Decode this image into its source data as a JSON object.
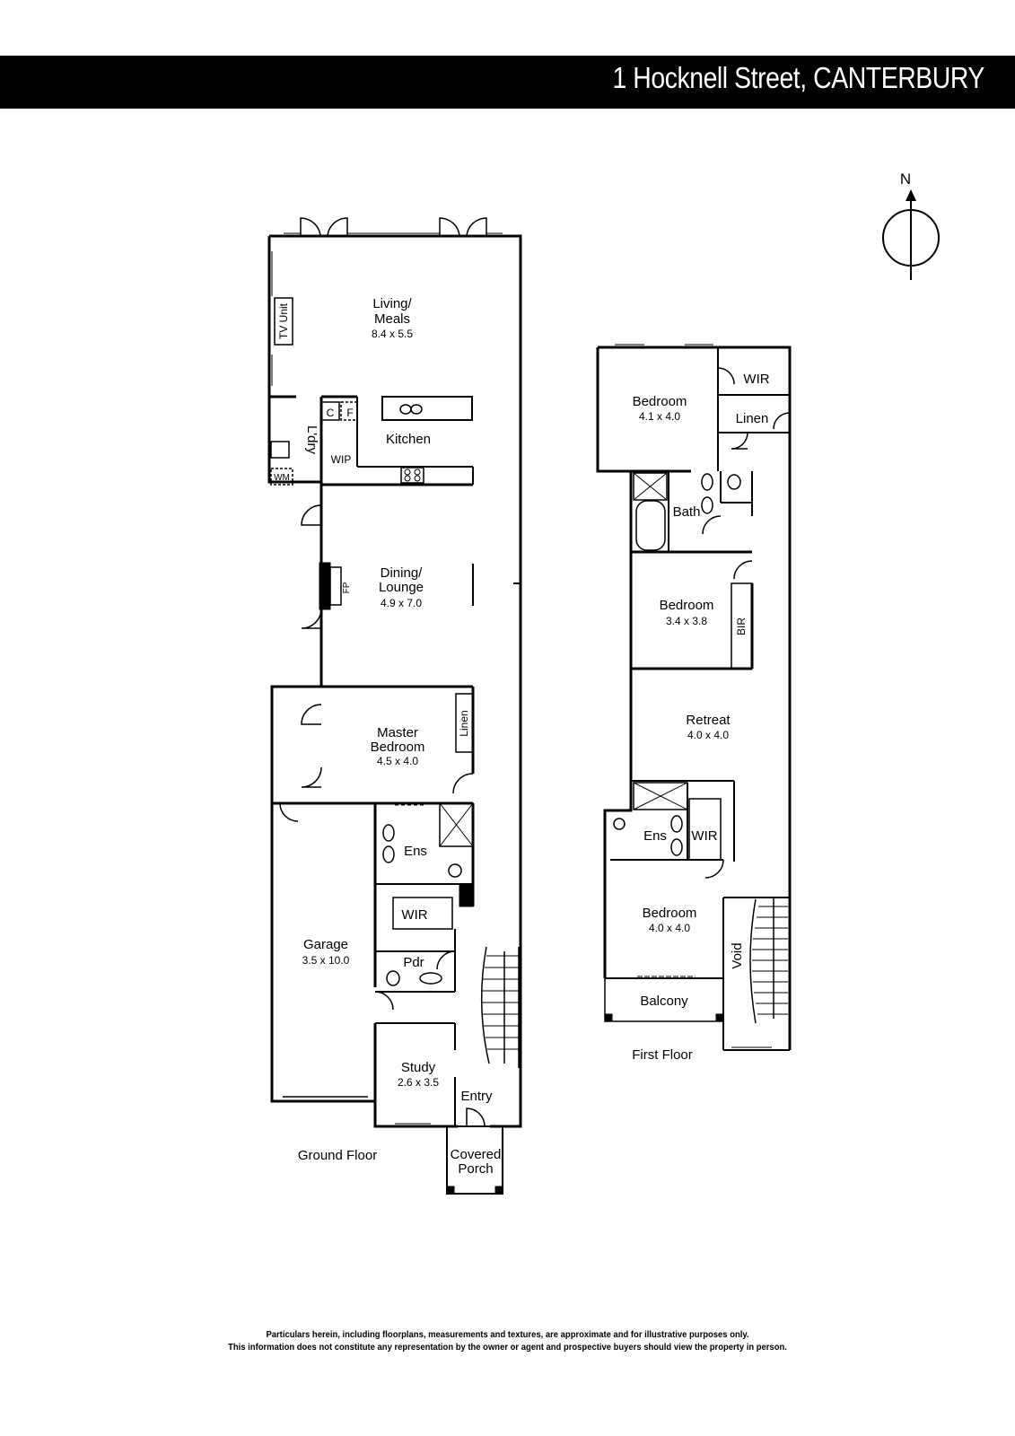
{
  "header": {
    "title": "1 Hocknell Street, CANTERBURY"
  },
  "compass": {
    "north_label": "N"
  },
  "ground_floor": {
    "label": "Ground Floor",
    "rooms": {
      "living": {
        "name1": "Living/",
        "name2": "Meals",
        "dims": "8.4 x 5.5"
      },
      "tv_unit": "TV Unit",
      "kitchen": "Kitchen",
      "laundry": "L'dry",
      "wip": "WIP",
      "c": "C",
      "f": "F",
      "wm": "WM",
      "dining": {
        "name1": "Dining/",
        "name2": "Lounge",
        "dims": "4.9 x 7.0"
      },
      "fp": "FP",
      "master": {
        "name1": "Master",
        "name2": "Bedroom",
        "dims": "4.5 x 4.0"
      },
      "linen": "Linen",
      "ens": "Ens",
      "wir": "WIR",
      "garage": {
        "name": "Garage",
        "dims": "3.5 x 10.0"
      },
      "pdr": "Pdr",
      "study": {
        "name": "Study",
        "dims": "2.6 x 3.5"
      },
      "entry": "Entry",
      "porch": {
        "name1": "Covered",
        "name2": "Porch"
      }
    }
  },
  "first_floor": {
    "label": "First Floor",
    "rooms": {
      "bed1": {
        "name": "Bedroom",
        "dims": "4.1 x 4.0"
      },
      "wir1": "WIR",
      "linen": "Linen",
      "bath": "Bath",
      "bed2": {
        "name": "Bedroom",
        "dims": "3.4 x 3.8"
      },
      "bir": "BIR",
      "retreat": {
        "name": "Retreat",
        "dims": "4.0 x 4.0"
      },
      "ens": "Ens",
      "wir2": "WIR",
      "bed3": {
        "name": "Bedroom",
        "dims": "4.0 x 4.0"
      },
      "void": "Void",
      "balcony": "Balcony"
    }
  },
  "disclaimer": {
    "line1": "Particulars herein, including floorplans, measurements and textures, are approximate and for illustrative purposes only.",
    "line2": "This information does not constitute any representation by the owner or agent and prospective buyers should view the property in person."
  }
}
